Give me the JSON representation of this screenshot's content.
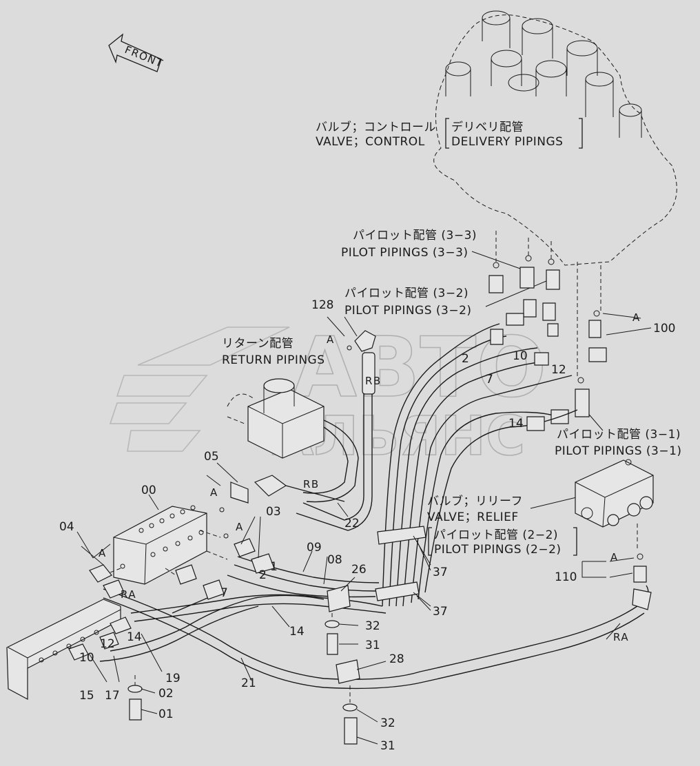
{
  "orientation": {
    "front_label": "FRONT"
  },
  "watermark": {
    "line1": "АВТО",
    "line2": "АЛЬЯНС"
  },
  "labels": {
    "control_valve": {
      "jp_left": "バルブ；コントロール",
      "jp_right": "デリベリ配管",
      "en_left": "VALVE；CONTROL",
      "en_right": "DELIVERY PIPINGS"
    },
    "pilot_3_3": {
      "jp": "パイロット配管 (3−3)",
      "en": "PILOT PIPINGS (3−3)"
    },
    "pilot_3_2": {
      "jp": "パイロット配管 (3−2)",
      "en": "PILOT PIPINGS (3−2)"
    },
    "return": {
      "jp": "リターン配管",
      "en": "RETURN PIPINGS"
    },
    "pilot_3_1": {
      "jp": "パイロット配管 (3−1)",
      "en": "PILOT PIPINGS (3−1)"
    },
    "relief_valve": {
      "jp": "バルブ；リリーフ",
      "en": "VALVE；RELIEF"
    },
    "pilot_2_2": {
      "jp": "パイロット配管 (2−2)",
      "en": "PILOT PIPINGS (2−2)"
    }
  },
  "part_numbers": [
    {
      "id": "p00",
      "text": "00"
    },
    {
      "id": "p01",
      "text": "01"
    },
    {
      "id": "p02",
      "text": "02"
    },
    {
      "id": "p03",
      "text": "03"
    },
    {
      "id": "p04",
      "text": "04"
    },
    {
      "id": "p05",
      "text": "05"
    },
    {
      "id": "p08",
      "text": "08"
    },
    {
      "id": "p09",
      "text": "09"
    },
    {
      "id": "p14",
      "text": "14"
    },
    {
      "id": "p15",
      "text": "15"
    },
    {
      "id": "p17",
      "text": "17"
    },
    {
      "id": "p19",
      "text": "19"
    },
    {
      "id": "p21",
      "text": "21"
    },
    {
      "id": "p22",
      "text": "22"
    },
    {
      "id": "p26",
      "text": "26"
    },
    {
      "id": "p28",
      "text": "28"
    },
    {
      "id": "p31a",
      "text": "31"
    },
    {
      "id": "p31b",
      "text": "31"
    },
    {
      "id": "p32a",
      "text": "32"
    },
    {
      "id": "p32b",
      "text": "32"
    },
    {
      "id": "p37a",
      "text": "37"
    },
    {
      "id": "p37b",
      "text": "37"
    },
    {
      "id": "p100",
      "text": "100"
    },
    {
      "id": "p110",
      "text": "110"
    },
    {
      "id": "p128",
      "text": "128"
    }
  ],
  "hose_callouts": [
    {
      "id": "h2a",
      "text": "2"
    },
    {
      "id": "h7a",
      "text": "7"
    },
    {
      "id": "h10a",
      "text": "10"
    },
    {
      "id": "h12a",
      "text": "12"
    },
    {
      "id": "h14a",
      "text": "14"
    },
    {
      "id": "h1b",
      "text": "1"
    },
    {
      "id": "h2b",
      "text": "2"
    },
    {
      "id": "h7b",
      "text": "7"
    },
    {
      "id": "h14b",
      "text": "14"
    },
    {
      "id": "h12b",
      "text": "12"
    },
    {
      "id": "h10b",
      "text": "10"
    }
  ],
  "port_tags": {
    "A": "A",
    "RA": "RA",
    "RB": "RB"
  }
}
